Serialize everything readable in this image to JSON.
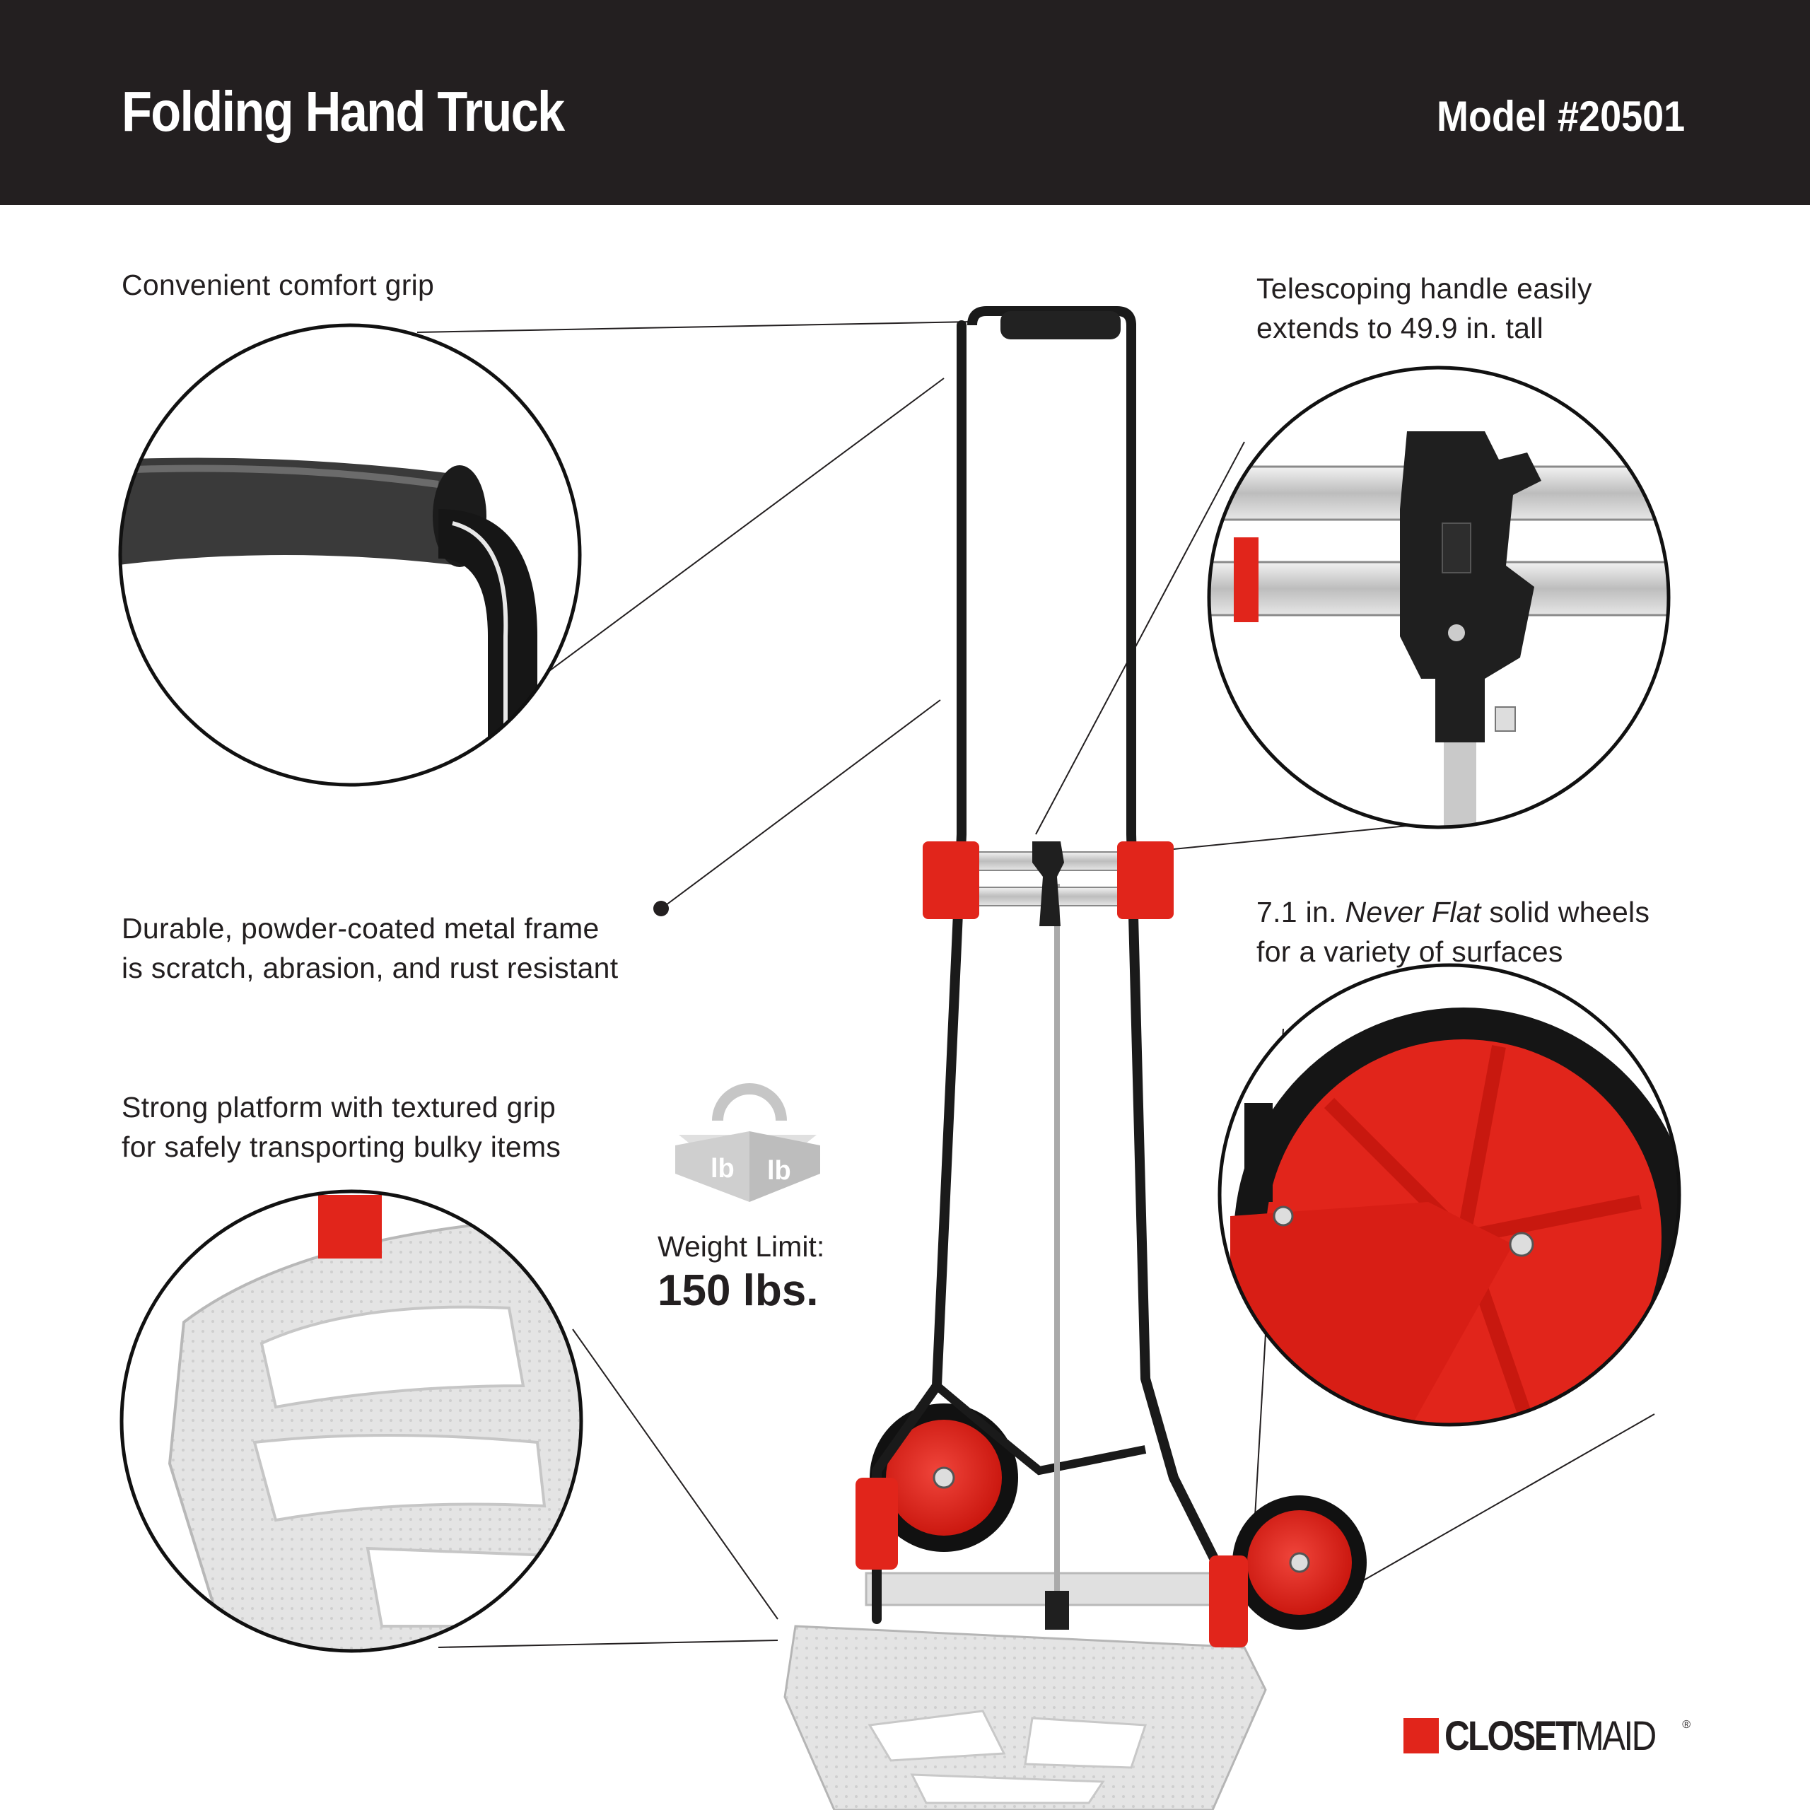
{
  "header": {
    "title": "Folding Hand Truck",
    "model": "Model #20501"
  },
  "callouts": {
    "grip": [
      "Convenient comfort grip"
    ],
    "handle": [
      "Telescoping handle easily",
      "extends to 49.9 in. tall"
    ],
    "frame": [
      "Durable, powder-coated metal frame",
      "is scratch, abrasion, and rust resistant"
    ],
    "wheels_prefix": "7.1 in.",
    "wheels_emphasis": "Never Flat",
    "wheels_suffix": "solid wheels",
    "wheels_line2": "for a variety of surfaces",
    "platform": [
      "Strong platform with textured grip",
      "for safely transporting bulky items"
    ]
  },
  "weight": {
    "label": "Weight Limit:",
    "value": "150 lbs.",
    "icon_text_left": "lb",
    "icon_text_right": "lb"
  },
  "brand": {
    "bold": "CLOSET",
    "light": "MAID",
    "registered": "®"
  },
  "colors": {
    "header_bg": "#231f20",
    "accent_red": "#e1251b",
    "frame_black": "#1f1f1f",
    "aluminum": "#d9d9d9"
  }
}
